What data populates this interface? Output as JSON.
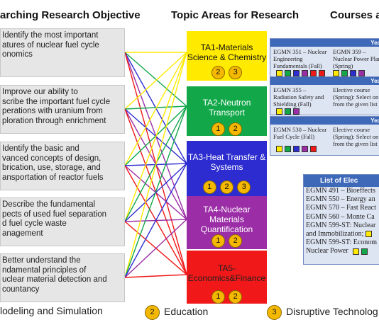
{
  "headers": {
    "objectives": "arching Research Objective",
    "topics": "Topic Areas for Research",
    "courses": "Courses ar"
  },
  "objectives": [
    "Identify the most important\natures of nuclear fuel cycle\nonomics",
    "Improve our ability to\nscribe the important fuel cycle\nperations with uranium from\nploration through enrichment",
    "Identify the basic and\nvanced concepts of design,\nbrication, use, storage, and\nansportation of reactor fuels",
    "Describe the fundamental\npects of used fuel separation\nd fuel cycle waste\nanagement",
    "Better understand the\nndamental principles of\nuclear material detection and\ncountancy"
  ],
  "topic_areas": [
    {
      "label": "TA1-Materials\nScience & Chemistry",
      "color": "#ffea00",
      "text_color": "#111111",
      "circles": [
        "2",
        "3"
      ]
    },
    {
      "label": "TA2-Neutron\nTransport",
      "color": "#12a84a",
      "text_color": "#ffffff",
      "circles": [
        "1",
        "2"
      ]
    },
    {
      "label": "TA3-Heat Transfer &\nSystems",
      "color": "#2d2cd0",
      "text_color": "#ffffff",
      "circles": [
        "1",
        "2",
        "3"
      ]
    },
    {
      "label": "TA4-Nuclear\nMaterials\nQuantification",
      "color": "#9b2ea6",
      "text_color": "#ffffff",
      "circles": [
        "1",
        "2"
      ]
    },
    {
      "label": "TA5-\nEconomics&Finance",
      "color": "#f01818",
      "text_color": "#222222",
      "circles": [
        "1",
        "2"
      ]
    }
  ],
  "years": [
    {
      "header": "Yea",
      "col1": "EGMN 351 – Nuclear\nEngineering\nFundamentals (Fall)",
      "col2": "EGMN 359 –\nNuclear Power Plan\n(Spring)"
    },
    {
      "header": "Yea",
      "col1": "EGMN 355 –\nRadiation Safety and\nShielding (Fall)",
      "col2": "Elective course\n(Spring): Select on\nfrom the given list"
    },
    {
      "header": "Yea",
      "col1": "EGMN 530 – Nuclear\nFuel Cycle (Fall)",
      "col2": "Elective course\n(Spring): Select on\nfrom the given list"
    }
  ],
  "electives": {
    "title": "List of Elec",
    "items": [
      "EGMN 491 – Bioeffects",
      "EGMN 550 – Energy an",
      "EGMN 570 – Fast React",
      "EGMN 560 – Monte Ca",
      "EGMN 599-ST: Nuclear",
      "and Immobilization;",
      "EGMN 599-ST: Econom",
      "Nuclear Power"
    ]
  },
  "legend": [
    {
      "num": "",
      "label": "lodeling and Simulation"
    },
    {
      "num": "2",
      "label": "Education"
    },
    {
      "num": "3",
      "label": "Disruptive Technolog"
    }
  ],
  "colors": {
    "yellow": "#ffea00",
    "green": "#12a84a",
    "blue": "#2d2cd0",
    "purple": "#9b2ea6",
    "red": "#f01818",
    "circle": "#f5b800",
    "course_header": "#3e68b8"
  }
}
